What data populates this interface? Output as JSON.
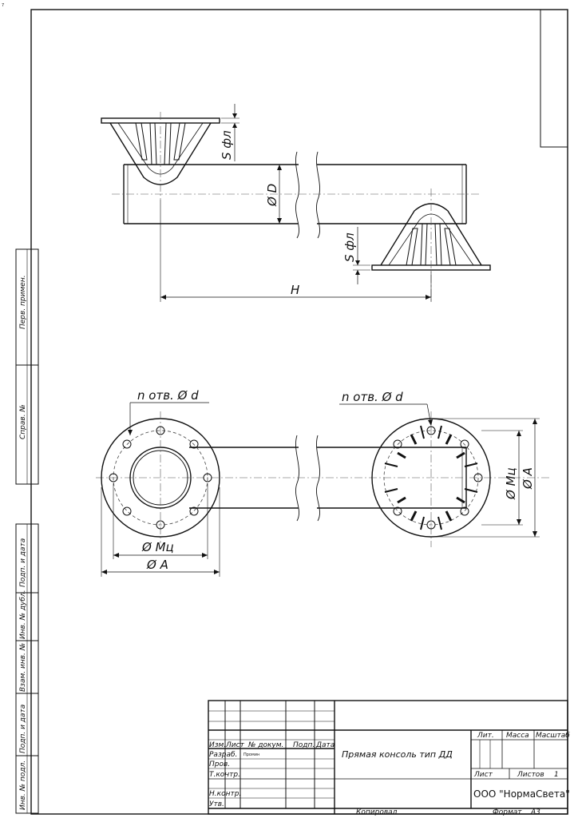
{
  "corner_mark": "7",
  "top_view": {
    "flange_thickness_label": "S фл",
    "flange_thickness_label_2": "S фл",
    "pipe_diameter_label": "Ø D",
    "length_label": "H"
  },
  "front_view": {
    "holes_label_left": "n отв. Ø d",
    "holes_label_right": "n отв. Ø d",
    "bolt_circle_label_left": "Ø Мц",
    "outer_diameter_label_left": "Ø A",
    "bolt_circle_label_right": "Ø Мц",
    "outer_diameter_label_right": "Ø A"
  },
  "side_strip": {
    "perv_primen": "Перв. примен.",
    "sprav_no": "Справ. №",
    "podp_data_1": "Подп. и дата",
    "inv_dubl": "Инв. № дубл.",
    "vzam_inv": "Взам. инв. №",
    "podp_data_2": "Подп. и дата",
    "inv_podl": "Инв. № подл."
  },
  "title_block": {
    "h_izm": "Изм.",
    "h_list": "Лист",
    "h_doc": "№ докум.",
    "h_podp": "Подп.",
    "h_data": "Дата",
    "r_razrab": "Разраб.",
    "razrab_name": "Промин",
    "r_prov": "Пров.",
    "r_tkontr": "Т.контр.",
    "r_nkontr": "Н.контр.",
    "r_utv": "Утв.",
    "title": "Прямая консоль тип ДД",
    "h_lit": "Лит.",
    "h_massa": "Масса",
    "h_masshtab": "Масштаб",
    "list_label": "Лист",
    "listov_label": "Листов",
    "listov_value": "1",
    "company": "ООО \"НормаСвета\"",
    "kopiroval": "Копировал",
    "format_label": "Формат",
    "format_value": "А3"
  }
}
